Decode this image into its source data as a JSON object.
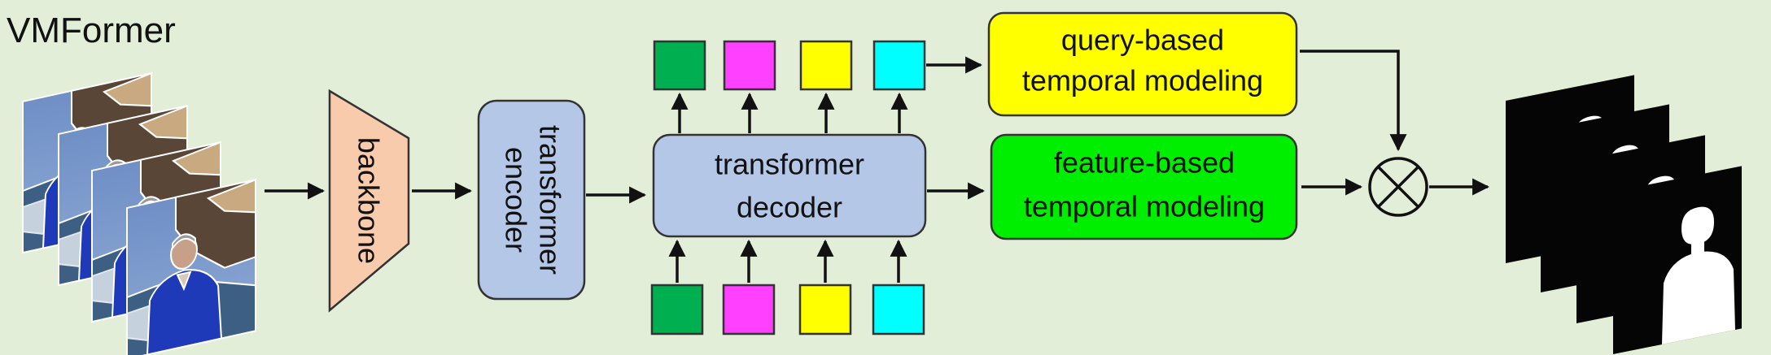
{
  "title": "VMFormer",
  "blocks": {
    "backbone": "backbone",
    "encoder": [
      "transformer",
      "encoder"
    ],
    "decoder": [
      "transformer",
      "decoder"
    ],
    "query_temporal": [
      "query-based",
      "temporal modeling"
    ],
    "feature_temporal": [
      "feature-based",
      "temporal modeling"
    ]
  },
  "colors": {
    "background": "#e3eed9",
    "backbone": "#f8cbad",
    "transformer": "#b4c7e7",
    "query_block": "#ffff00",
    "feature_block": "#00ee00",
    "token_green": "#00b050",
    "token_magenta": "#ff40ff",
    "token_yellow": "#ffff00",
    "token_cyan": "#00ffff"
  },
  "tokens": [
    "token_green",
    "token_magenta",
    "token_yellow",
    "token_cyan"
  ],
  "icons": {
    "fusion": "circled-times-icon",
    "input": "video-frames-stack-icon",
    "output": "alpha-matte-stack-icon"
  }
}
